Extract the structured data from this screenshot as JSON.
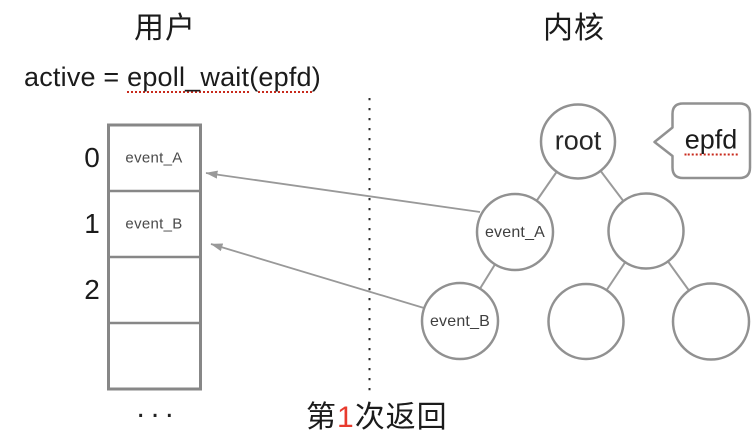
{
  "titles": {
    "user": "用户",
    "kernel": "内核"
  },
  "formula": {
    "prefix": "active = ",
    "func": "epoll_wait",
    "open": "(",
    "arg": "epfd",
    "close": ")"
  },
  "user_array": {
    "indices": [
      "0",
      "1",
      "2"
    ],
    "cells": [
      "event_A",
      "event_B",
      "",
      ""
    ],
    "ellipsis": "..."
  },
  "kernel_tree": {
    "root_label": "root",
    "left_child_label": "event_A",
    "left_grandchild_label": "event_B"
  },
  "epfd_bubble": {
    "label": "epfd"
  },
  "footer": {
    "prefix": "第",
    "highlight": "1",
    "suffix": "次返回"
  },
  "colors": {
    "ink": "#1b1b1b",
    "line_gray": "#949494",
    "divider_dark": "#2d2d2d",
    "red_highlight": "#e83b2e",
    "spellcheck_red": "#c82a1c",
    "cell_text": "#4a4a4a"
  }
}
